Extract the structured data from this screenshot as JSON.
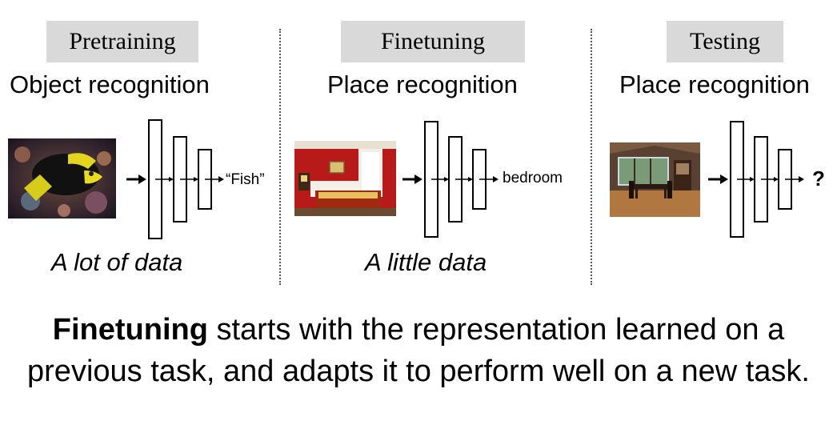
{
  "panels": [
    {
      "stage": "Pretraining",
      "task": "Object recognition",
      "output": "“Fish”",
      "amount": "A lot of data"
    },
    {
      "stage": "Finetuning",
      "task": "Place recognition",
      "output": "bedroom",
      "amount": "A little data"
    },
    {
      "stage": "Testing",
      "task": "Place recognition",
      "output": "?",
      "amount": ""
    }
  ],
  "caption": {
    "bold": "Finetuning",
    "rest": " starts with the representation learned on a previous task, and adapts it to perform well on a new task."
  }
}
